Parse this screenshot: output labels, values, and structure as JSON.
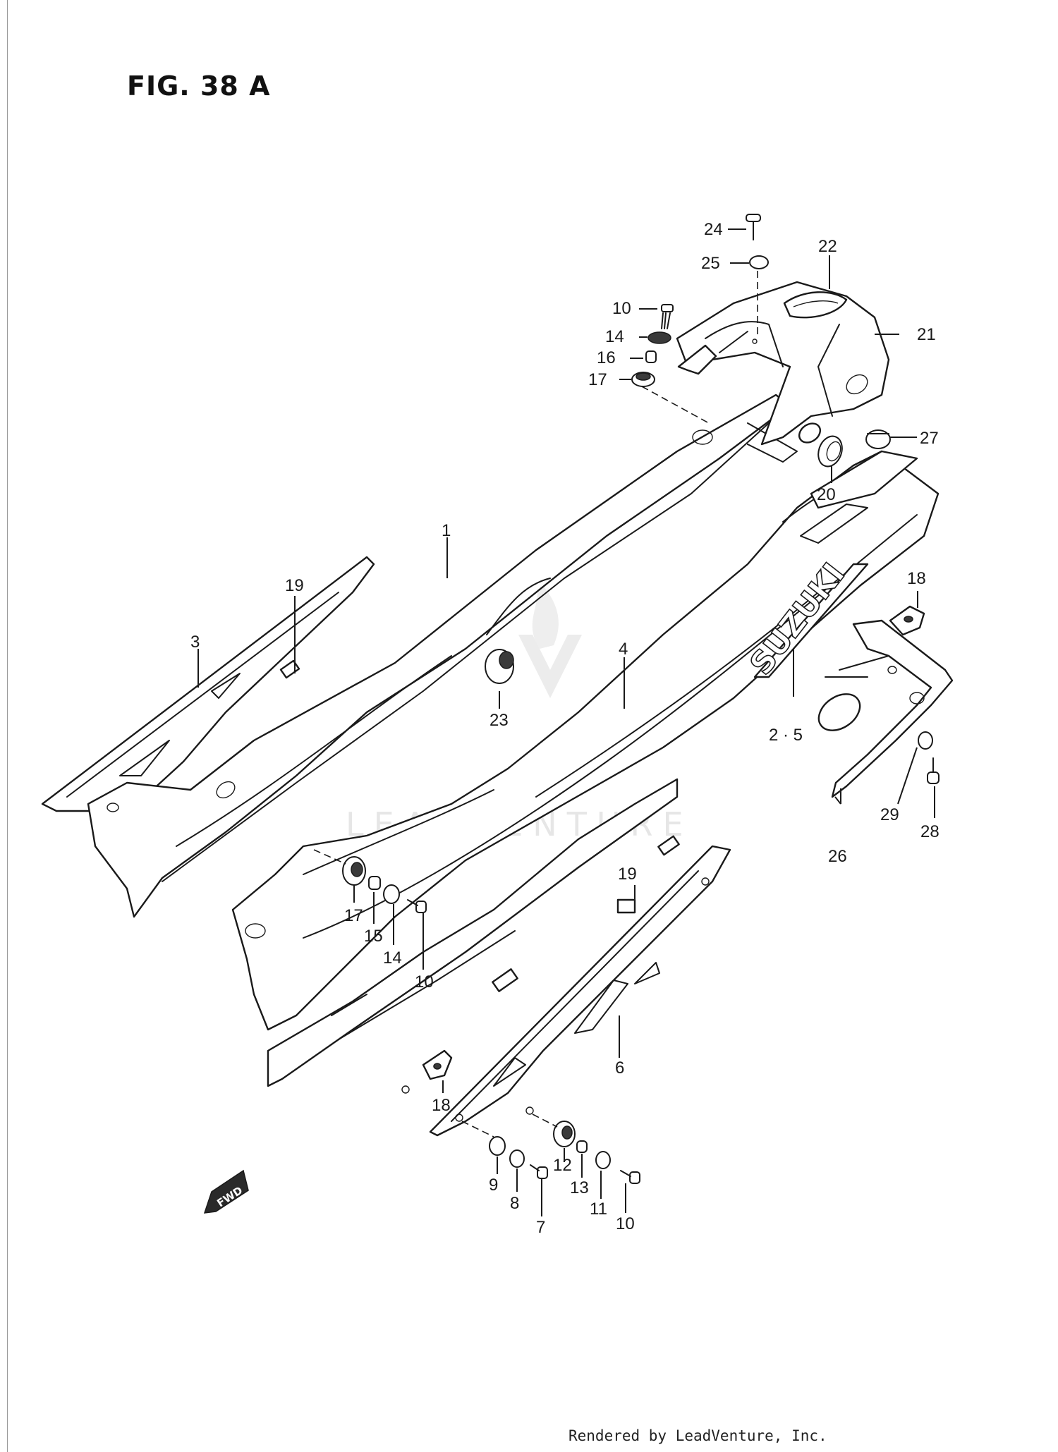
{
  "title": "FIG. 38 A",
  "footer": "Rendered by LeadVenture, Inc.",
  "watermark": "LEADVENTURE",
  "fwd_label": "FWD",
  "brand_text": "SUZUKI",
  "callouts": [
    {
      "id": "c1",
      "label": "1"
    },
    {
      "id": "c2-5",
      "label": "2 · 5"
    },
    {
      "id": "c3",
      "label": "3"
    },
    {
      "id": "c4",
      "label": "4"
    },
    {
      "id": "c6",
      "label": "6"
    },
    {
      "id": "c7",
      "label": "7"
    },
    {
      "id": "c8",
      "label": "8"
    },
    {
      "id": "c9",
      "label": "9"
    },
    {
      "id": "c10a",
      "label": "10"
    },
    {
      "id": "c10b",
      "label": "10"
    },
    {
      "id": "c10c",
      "label": "10"
    },
    {
      "id": "c11",
      "label": "11"
    },
    {
      "id": "c12",
      "label": "12"
    },
    {
      "id": "c13",
      "label": "13"
    },
    {
      "id": "c14a",
      "label": "14"
    },
    {
      "id": "c14b",
      "label": "14"
    },
    {
      "id": "c15",
      "label": "15"
    },
    {
      "id": "c16",
      "label": "16"
    },
    {
      "id": "c17a",
      "label": "17"
    },
    {
      "id": "c17b",
      "label": "17"
    },
    {
      "id": "c18a",
      "label": "18"
    },
    {
      "id": "c18b",
      "label": "18"
    },
    {
      "id": "c19a",
      "label": "19"
    },
    {
      "id": "c19b",
      "label": "19"
    },
    {
      "id": "c20",
      "label": "20"
    },
    {
      "id": "c21",
      "label": "21"
    },
    {
      "id": "c22",
      "label": "22"
    },
    {
      "id": "c23",
      "label": "23"
    },
    {
      "id": "c24",
      "label": "24"
    },
    {
      "id": "c25",
      "label": "25"
    },
    {
      "id": "c26",
      "label": "26"
    },
    {
      "id": "c27",
      "label": "27"
    },
    {
      "id": "c28",
      "label": "28"
    },
    {
      "id": "c29",
      "label": "29"
    }
  ]
}
